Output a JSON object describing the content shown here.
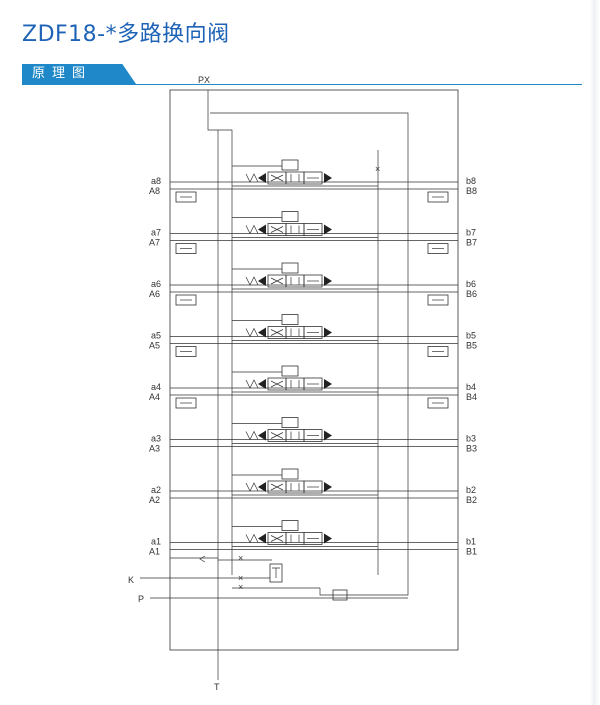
{
  "page": {
    "title": "ZDF18-*多路换向阀",
    "section_tab": "原理图"
  },
  "colors": {
    "accent": "#1f88c9",
    "title": "#1f63b6",
    "line": "#333333"
  },
  "diagram": {
    "port_px": "PX",
    "port_k": "K",
    "port_p": "P",
    "port_t": "T",
    "sections": [
      {
        "a": "a8",
        "A": "A8",
        "b": "b8",
        "B": "B8",
        "left_relief": true,
        "right_relief": true
      },
      {
        "a": "a7",
        "A": "A7",
        "b": "b7",
        "B": "B7",
        "left_relief": true,
        "right_relief": true
      },
      {
        "a": "a6",
        "A": "A6",
        "b": "b6",
        "B": "B6",
        "left_relief": true,
        "right_relief": true
      },
      {
        "a": "a5",
        "A": "A5",
        "b": "b5",
        "B": "B5",
        "left_relief": true,
        "right_relief": true
      },
      {
        "a": "a4",
        "A": "A4",
        "b": "b4",
        "B": "B4",
        "left_relief": true,
        "right_relief": true
      },
      {
        "a": "a3",
        "A": "A3",
        "b": "b3",
        "B": "B3",
        "left_relief": false,
        "right_relief": false
      },
      {
        "a": "a2",
        "A": "A2",
        "b": "b2",
        "B": "B2",
        "left_relief": false,
        "right_relief": false
      },
      {
        "a": "a1",
        "A": "A1",
        "b": "b1",
        "B": "B1",
        "left_relief": false,
        "right_relief": false
      }
    ]
  }
}
